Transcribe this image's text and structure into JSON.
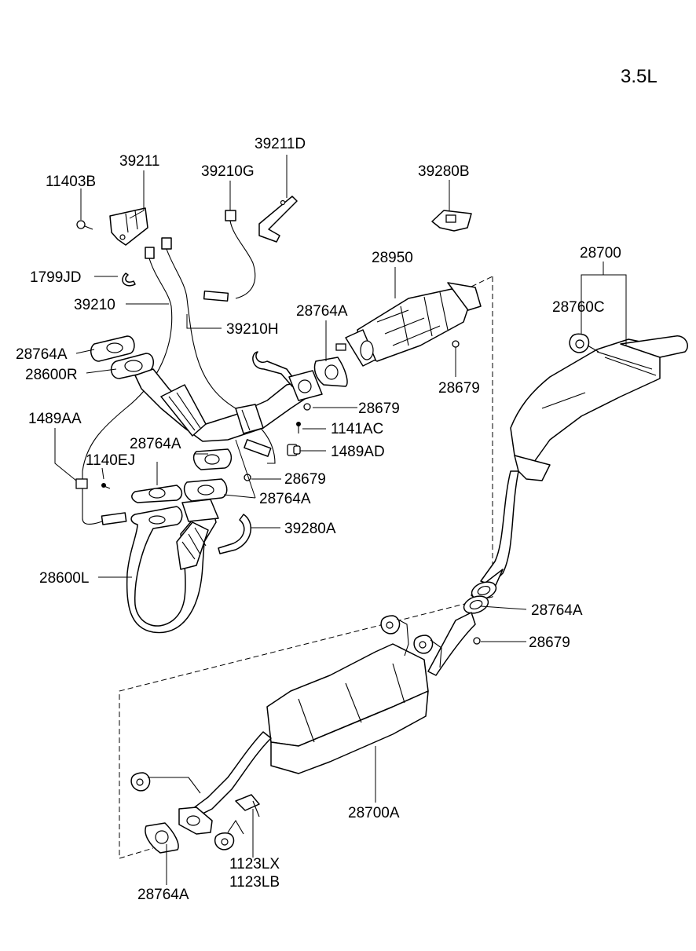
{
  "engine_label": "3.5L",
  "labels": {
    "p11403B": "11403B",
    "p39211": "39211",
    "p39210G": "39210G",
    "p39211D": "39211D",
    "p39280B": "39280B",
    "p28700": "28700",
    "p28760C": "28760C",
    "p28950": "28950",
    "p1799JD": "1799JD",
    "p39210": "39210",
    "p39210H": "39210H",
    "p28764A_top": "28764A",
    "p28764A_left": "28764A",
    "p28600R": "28600R",
    "p28679_a": "28679",
    "p28679_b": "28679",
    "p1489AA": "1489AA",
    "p1141AC": "1141AC",
    "p1489AD": "1489AD",
    "p28764A_mid": "28764A",
    "p1140EJ": "1140EJ",
    "p28679_c": "28679",
    "p28764A_mid2": "28764A",
    "p39280A": "39280A",
    "p28600L": "28600L",
    "p28764A_right": "28764A",
    "p28679_d": "28679",
    "p28700A": "28700A",
    "p1123LX": "1123LX",
    "p1123LB": "1123LB",
    "p28764A_bottom": "28764A"
  },
  "icons": [
    "bolt-icon",
    "gasket-icon",
    "oxygen-sensor-icon",
    "bracket-icon",
    "hanger-icon",
    "muffler-icon",
    "catalytic-converter-icon",
    "exhaust-manifold-icon"
  ]
}
